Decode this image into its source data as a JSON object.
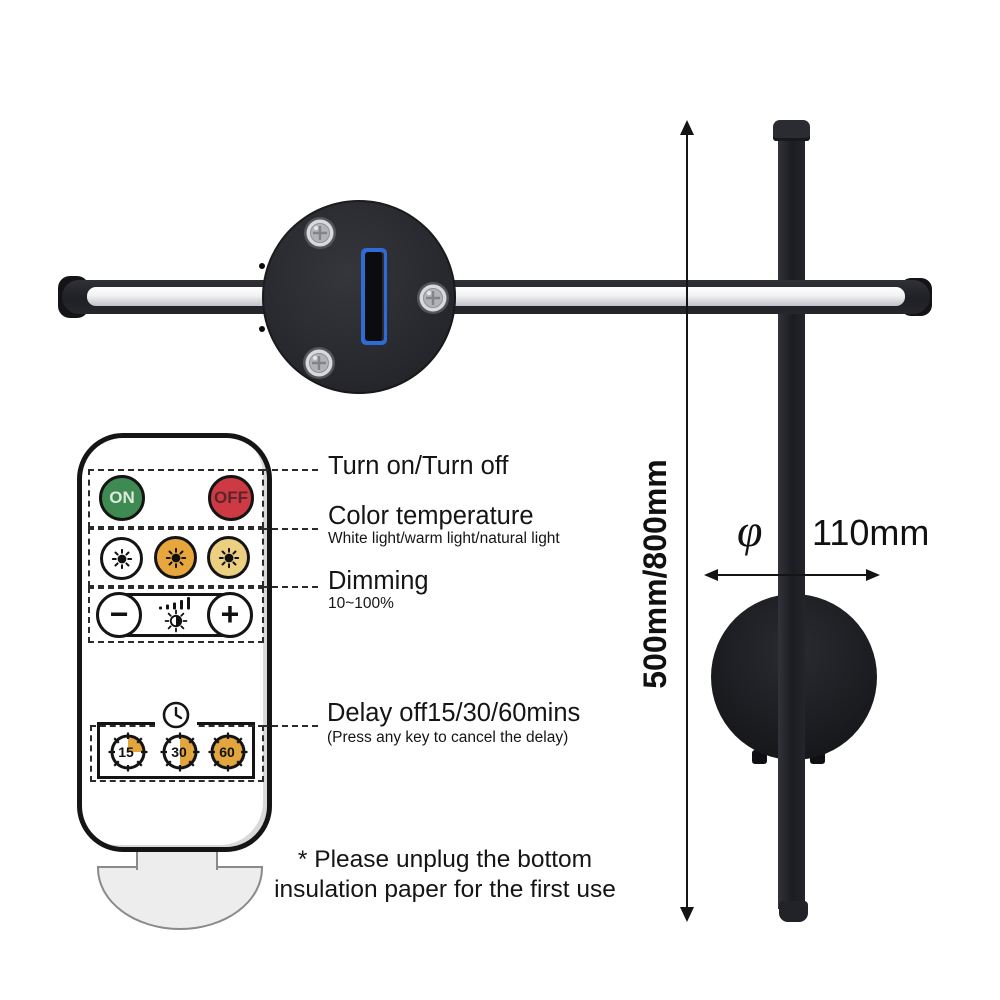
{
  "callouts": {
    "power": {
      "title": "Turn on/Turn off"
    },
    "color_temperature": {
      "title": "Color temperature",
      "subtitle": "White light/warm light/natural light"
    },
    "dimming": {
      "title": "Dimming",
      "subtitle": "10~100%"
    },
    "delay": {
      "title": "Delay off15/30/60mins",
      "subtitle": "(Press any key to cancel the delay)"
    }
  },
  "note": {
    "line1": "* Please unplug the bottom",
    "line2": "insulation paper for the first use"
  },
  "dimensions": {
    "height": "500mm/800mm",
    "diameter_symbol": "φ",
    "diameter": "110mm"
  },
  "remote": {
    "on_label": "ON",
    "off_label": "OFF",
    "minus_label": "−",
    "plus_label": "+",
    "timers": [
      {
        "label": "15",
        "fill": "quarter"
      },
      {
        "label": "30",
        "fill": "half"
      },
      {
        "label": "60",
        "fill": "full"
      }
    ],
    "color_buttons": [
      {
        "name": "white-light"
      },
      {
        "name": "warm-light"
      },
      {
        "name": "natural-light"
      }
    ]
  },
  "colors": {
    "on_green": "#3E8A52",
    "off_red": "#CE3A44",
    "warm_orange": "#E7A73D",
    "natural_yellow": "#ECCF81",
    "timer_orange": "#E2A63F",
    "connector_blue": "#2E6BD4",
    "led_strip_white": "#F4F4F6",
    "lamp_black": "#222328",
    "paper_gray": "#EDEDEE"
  }
}
